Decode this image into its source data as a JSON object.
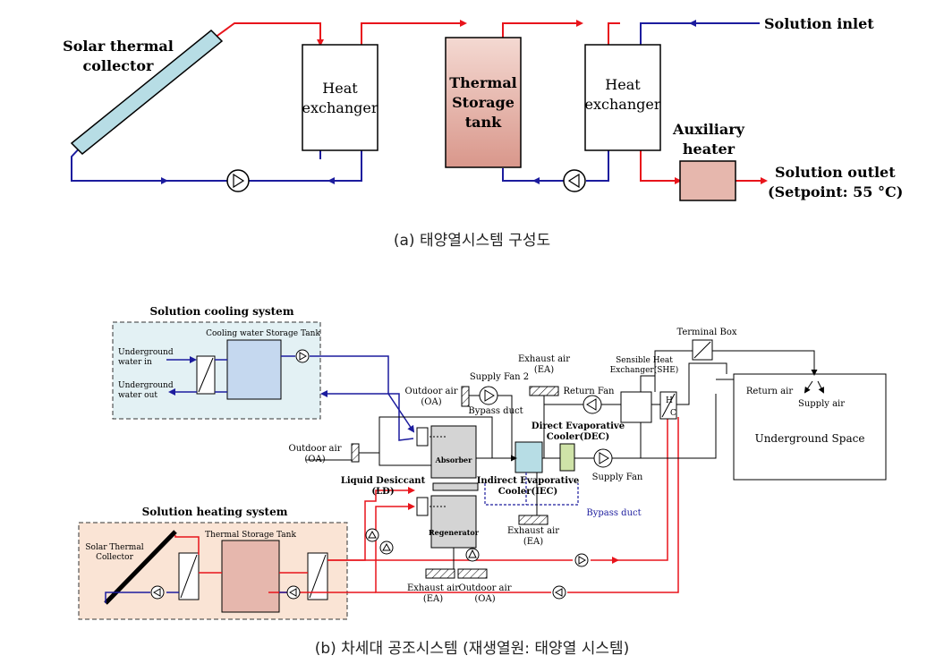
{
  "top": {
    "collector": [
      "Solar thermal",
      "collector"
    ],
    "hx1": [
      "Heat",
      "exchanger"
    ],
    "tank": [
      "Thermal",
      "Storage",
      "tank"
    ],
    "hx2": [
      "Heat",
      "exchanger"
    ],
    "aux": [
      "Auxiliary",
      "heater"
    ],
    "inlet": "Solution inlet",
    "outlet": [
      "Solution outlet",
      "(Setpoint: 55 °C)"
    ],
    "caption": "(a) 태양열시스템 구성도"
  },
  "bottom": {
    "cooling_title": "Solution cooling system",
    "cw_tank": "Cooling water Storage Tank",
    "ug_in": [
      "Underground",
      "water in"
    ],
    "ug_out": [
      "Underground",
      "water out"
    ],
    "oa1": [
      "Outdoor air",
      "(OA)"
    ],
    "oa2": [
      "Outdoor air",
      "(OA)"
    ],
    "supply_fan2": "Supply Fan 2",
    "bypass1": "Bypass duct",
    "exhaust_top": [
      "Exhaust air",
      "(EA)"
    ],
    "return_fan": "Return Fan",
    "she": [
      "Sensible Heat",
      "Exchanger(SHE)"
    ],
    "terminal_box": "Terminal Box",
    "hc": [
      "H",
      "C"
    ],
    "return_air": "Return air",
    "supply_air": "Supply air",
    "underground_space": "Underground Space",
    "dec": [
      "Direct Evaporative",
      "Cooler(DEC)"
    ],
    "absorber": "Absorber",
    "ld": [
      "Liquid Desiccant",
      "(LD)"
    ],
    "iec": [
      "Indirect Evaporative",
      "Cooler(IEC)"
    ],
    "supply_fan": "Supply Fan",
    "bypass2": "Bypass duct",
    "exhaust_mid": [
      "Exhaust air",
      "(EA)"
    ],
    "heating_title": "Solution heating system",
    "thermal_tank": "Thermal Storage Tank",
    "solar_collector": [
      "Solar Thermal",
      "Collector"
    ],
    "regenerator": "Regenerator",
    "exhaust_bot": [
      "Exhaust air",
      "(EA)"
    ],
    "oa_bot": [
      "Outdoor air",
      "(OA)"
    ],
    "caption": "(b) 차세대 공조시스템 (재생열원: 태양열 시스템)"
  },
  "colors": {
    "hot": "#e8141b",
    "cold": "#1c1c9e",
    "tank": "#e6b7ad",
    "collector": "#b7dde5",
    "cwtank": "#c5d8ef",
    "cooling_bg": "#e3f1f4",
    "heating_bg": "#fae4d5"
  }
}
